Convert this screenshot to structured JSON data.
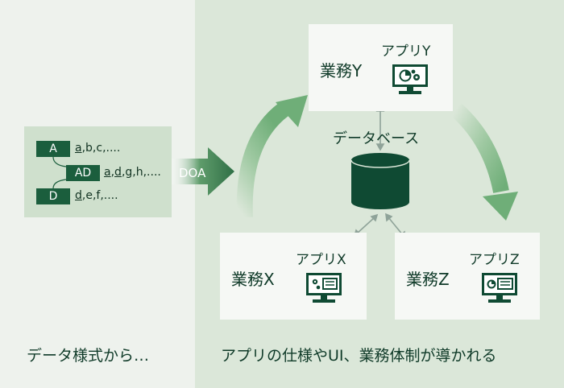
{
  "left_panel": {
    "entities": [
      {
        "tag": "A",
        "key": "a",
        "rest": ",b,c,...."
      },
      {
        "tag": "AD",
        "key": "a",
        "mid": ",",
        "key2": "d",
        "rest": ",g,h,...."
      },
      {
        "tag": "D",
        "key": "d",
        "rest": ",e,f,...."
      }
    ],
    "caption": "データ様式から…"
  },
  "doa_label": "DOA",
  "right_panel": {
    "database_label": "データベース",
    "boxes": {
      "y": {
        "business": "業務Y",
        "app": "アプリY"
      },
      "x": {
        "business": "業務X",
        "app": "アプリX"
      },
      "z": {
        "business": "業務Z",
        "app": "アプリZ"
      }
    },
    "caption": "アプリの仕様やUI、業務体制が導かれる"
  },
  "colors": {
    "dark_green": "#1b5e3d",
    "arrow_green": "#6fae78",
    "left_bg": "#eef2ed",
    "right_bg": "#dbe7d9"
  }
}
